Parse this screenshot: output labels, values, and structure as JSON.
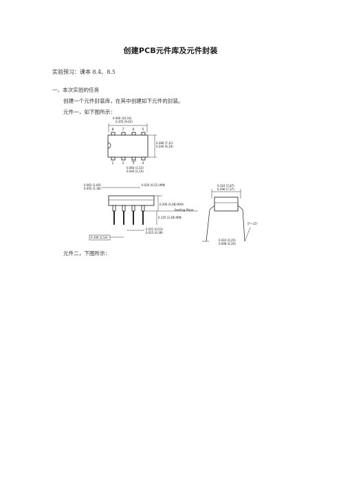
{
  "title": "创建PCB元件库及元件封装",
  "preview": "实验预习：课本 8.4、8.5",
  "section": "一、本次实验的任务",
  "task": "创建一个元件封装库，在其中创建如下元件的封装。",
  "component1_caption": "元件一，如下图所示：",
  "component2_caption": "元件二，下图所示：",
  "figure_top": {
    "pins_top": [
      "8",
      "7",
      "6",
      "5"
    ],
    "pins_bottom": [
      "1",
      "2",
      "3",
      "4"
    ],
    "dim_length": [
      "0.400 (10,16)",
      "0.355 (9,02)"
    ],
    "dim_width": [
      "0.280 (7,11)",
      "0.240 (6,10)"
    ],
    "dim_pitch": [
      "0.060 (1,52)",
      "0.045 (1,14)"
    ]
  },
  "figure_side": {
    "dim_lead_top": [
      "0.063 (1,60)",
      "0.055 (1,38)"
    ],
    "dim_min": "0.020 (0,51) MIN",
    "dim_max": "0.200 (5,08) MAX",
    "seating_plane": "Seating Plane",
    "dim_lead_min": "0.125 (3,18) MIN",
    "dim_lead_width": [
      "0.021 (0,53)",
      "0.015 (0,38)"
    ],
    "pitch_box": "0.100 (2,54)"
  },
  "figure_end": {
    "dim_row_spacing": [
      "0.310 (7,87)",
      "0.290 (7,37)"
    ],
    "dim_lead_thickness": [
      "0.010 (0,25)",
      "0.008 (0,20)"
    ],
    "angle": "0°~15°"
  }
}
